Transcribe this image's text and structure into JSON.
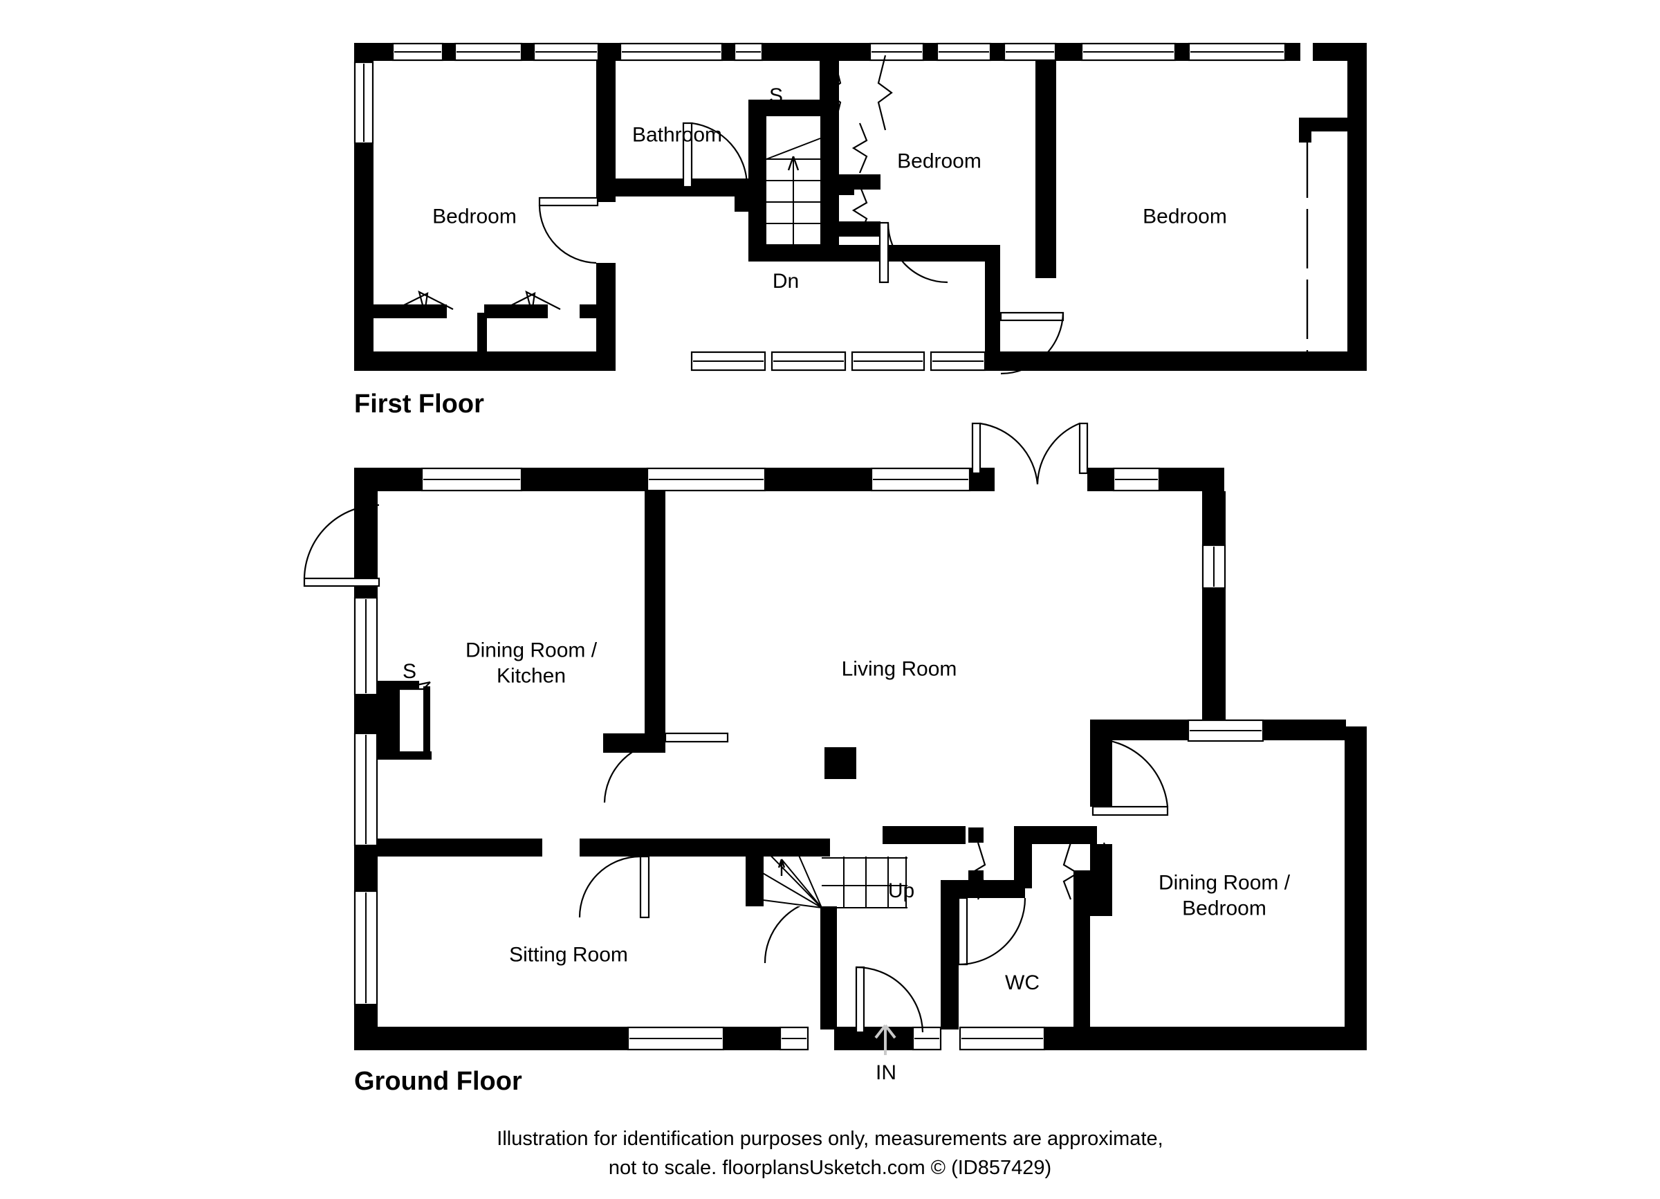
{
  "document": {
    "kind": "residential-floor-plan",
    "background_color": "#ffffff",
    "ink_color": "#000000"
  },
  "floors": [
    {
      "id": "first-floor",
      "title": "First Floor",
      "rooms": [
        {
          "id": "bedroom-left",
          "label": "Bedroom"
        },
        {
          "id": "bathroom",
          "label": "Bathroom"
        },
        {
          "id": "bedroom-middle",
          "label": "Bedroom"
        },
        {
          "id": "bedroom-right",
          "label": "Bedroom"
        }
      ],
      "markers": [
        {
          "id": "storage-first-floor",
          "label": "S"
        },
        {
          "id": "stairs-down",
          "label": "Dn"
        }
      ]
    },
    {
      "id": "ground-floor",
      "title": "Ground Floor",
      "rooms": [
        {
          "id": "dining-room-kitchen",
          "label": "Dining Room /\nKitchen"
        },
        {
          "id": "living-room",
          "label": "Living Room"
        },
        {
          "id": "sitting-room",
          "label": "Sitting Room"
        },
        {
          "id": "dining-room-bedroom",
          "label": "Dining Room /\nBedroom"
        },
        {
          "id": "wc",
          "label": "WC"
        }
      ],
      "markers": [
        {
          "id": "storage-ground-floor",
          "label": "S"
        },
        {
          "id": "stairs-up",
          "label": "Up"
        },
        {
          "id": "entrance",
          "label": "IN"
        }
      ]
    }
  ],
  "footer": {
    "line1": "Illustration for identification purposes only, measurements are approximate,",
    "line2": "not to scale. floorplansUsketch.com © (ID857429)"
  }
}
